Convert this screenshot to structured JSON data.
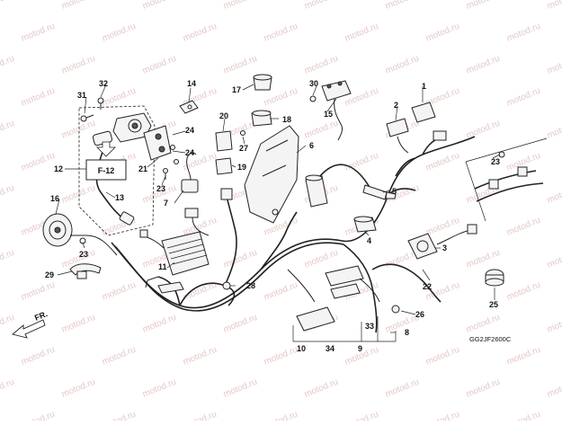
{
  "watermark_text": "motod.ru",
  "diagram_code": "GG2JF2600C",
  "ref_box_label": "F-12",
  "front_label": "FR.",
  "callouts": {
    "c1": "1",
    "c2": "2",
    "c3": "3",
    "c4": "4",
    "c5": "5",
    "c6": "6",
    "c7": "7",
    "c8": "8",
    "c9": "9",
    "c10": "10",
    "c11": "11",
    "c12": "12",
    "c13": "13",
    "c14": "14",
    "c15": "15",
    "c16": "16",
    "c17": "17",
    "c18": "18",
    "c19": "19",
    "c20": "20",
    "c21": "21",
    "c22": "22",
    "c23a": "23",
    "c23b": "23",
    "c23c": "23",
    "c24a": "24",
    "c24b": "24",
    "c25": "25",
    "c26": "26",
    "c27": "27",
    "c28": "28",
    "c29": "29",
    "c30": "30",
    "c31": "31",
    "c32": "32",
    "c33": "33",
    "c34": "34"
  }
}
